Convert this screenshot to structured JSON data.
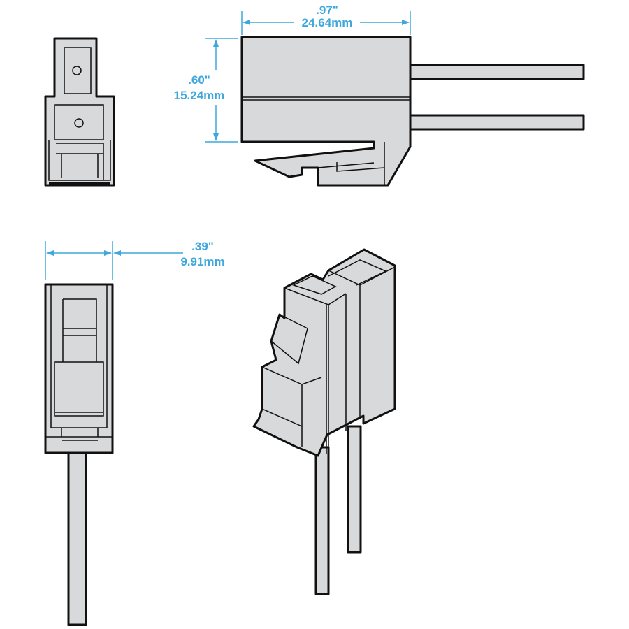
{
  "dimensions": {
    "length": {
      "inches": ".97\"",
      "mm": "24.64mm"
    },
    "height": {
      "inches": ".60\"",
      "mm": "15.24mm"
    },
    "width": {
      "inches": ".39\"",
      "mm": "9.91mm"
    }
  },
  "colors": {
    "dimension": "#3ea8dc",
    "part_fill": "#d8d9db",
    "outline": "#111111"
  }
}
